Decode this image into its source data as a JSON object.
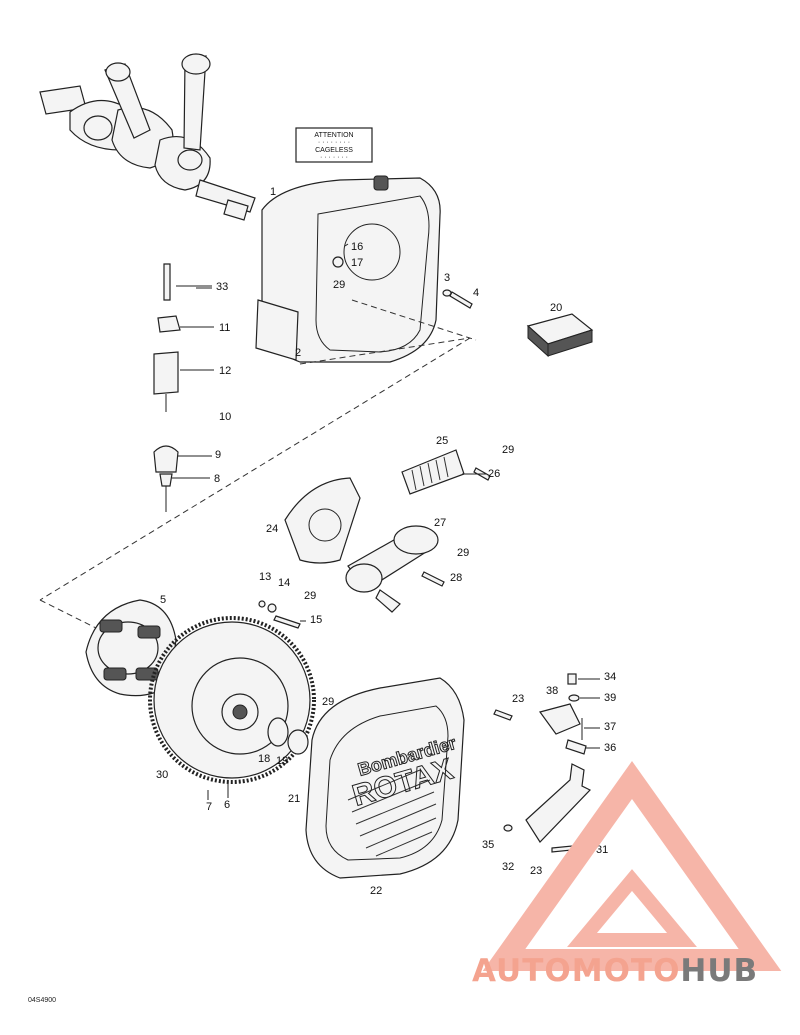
{
  "callouts": {
    "c1": "1",
    "c2": "2",
    "c3": "3",
    "c4": "4",
    "c5": "5",
    "c6": "6",
    "c7": "7",
    "c8": "8",
    "c9": "9",
    "c10": "10",
    "c11": "11",
    "c12": "12",
    "c13": "13",
    "c14": "14",
    "c15": "15",
    "c16": "16",
    "c17": "17",
    "c18": "18",
    "c19": "19",
    "c20": "20",
    "c21": "21",
    "c22": "22",
    "c23a": "23",
    "c23b": "23",
    "c23c": "23",
    "c24": "24",
    "c25": "25",
    "c26": "26",
    "c27": "27",
    "c28": "28",
    "c29a": "29",
    "c29b": "29",
    "c29c": "29",
    "c29d": "29",
    "c29e": "29",
    "c30": "30",
    "c31": "31",
    "c32": "32",
    "c33": "33",
    "c34": "34",
    "c35": "35",
    "c36": "36",
    "c37": "37",
    "c38": "38",
    "c39": "39"
  },
  "warning_label": {
    "line1": "ATTENTION",
    "line2": "· · · · · · · ·",
    "line3": "CAGELESS",
    "line4": "· · · · · · ·"
  },
  "cover_brand": {
    "line1": "Bombardier",
    "line2": "ROTAX"
  },
  "drawing_code": "04S4900",
  "watermark": {
    "part1": "AUTO",
    "part2": "MOTO",
    "part3": "HUB"
  },
  "colors": {
    "wm_red": "#f4a38f",
    "wm_gray": "#7a7a7a",
    "wm_triangle": "#f6b5a8"
  }
}
